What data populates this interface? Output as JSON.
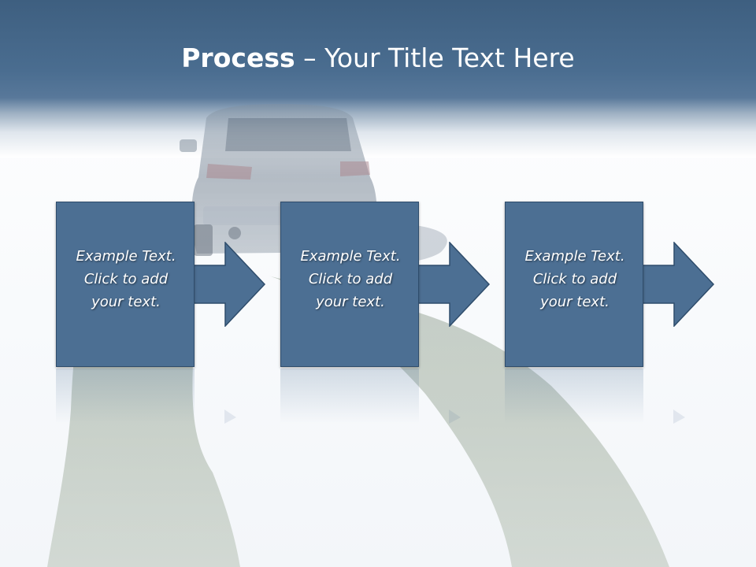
{
  "slide": {
    "title_bold": "Process",
    "title_separator": " – ",
    "title_rest": "Your Title Text Here"
  },
  "steps": [
    {
      "line1": "Example Text.",
      "line2": "Click  to add",
      "line3": "your text."
    },
    {
      "line1": "Example Text.",
      "line2": "Click  to add",
      "line3": "your text."
    },
    {
      "line1": "Example Text.",
      "line2": "Click  to add",
      "line3": "your text."
    }
  ],
  "colors": {
    "header": "#4a6d90",
    "box_fill": "#4c6f93",
    "box_border": "#2f4d6c",
    "text": "#ffffff"
  }
}
